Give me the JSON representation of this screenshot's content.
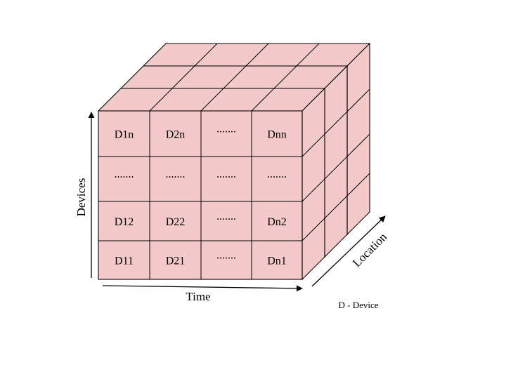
{
  "colors": {
    "cell_fill": "#f4c9c9",
    "line": "#000000",
    "background": "#ffffff"
  },
  "front_grid": [
    [
      "D1n",
      "D2n",
      ".......",
      "Dnn"
    ],
    [
      ".......",
      ".......",
      ".......",
      "......."
    ],
    [
      "D12",
      "D22",
      ".......",
      "Dn2"
    ],
    [
      "D11",
      "D21",
      ".......",
      "Dn1"
    ]
  ],
  "axes": {
    "vertical": "Devices",
    "horizontal": "Time",
    "depth": "Location"
  },
  "legend": "D - Device"
}
